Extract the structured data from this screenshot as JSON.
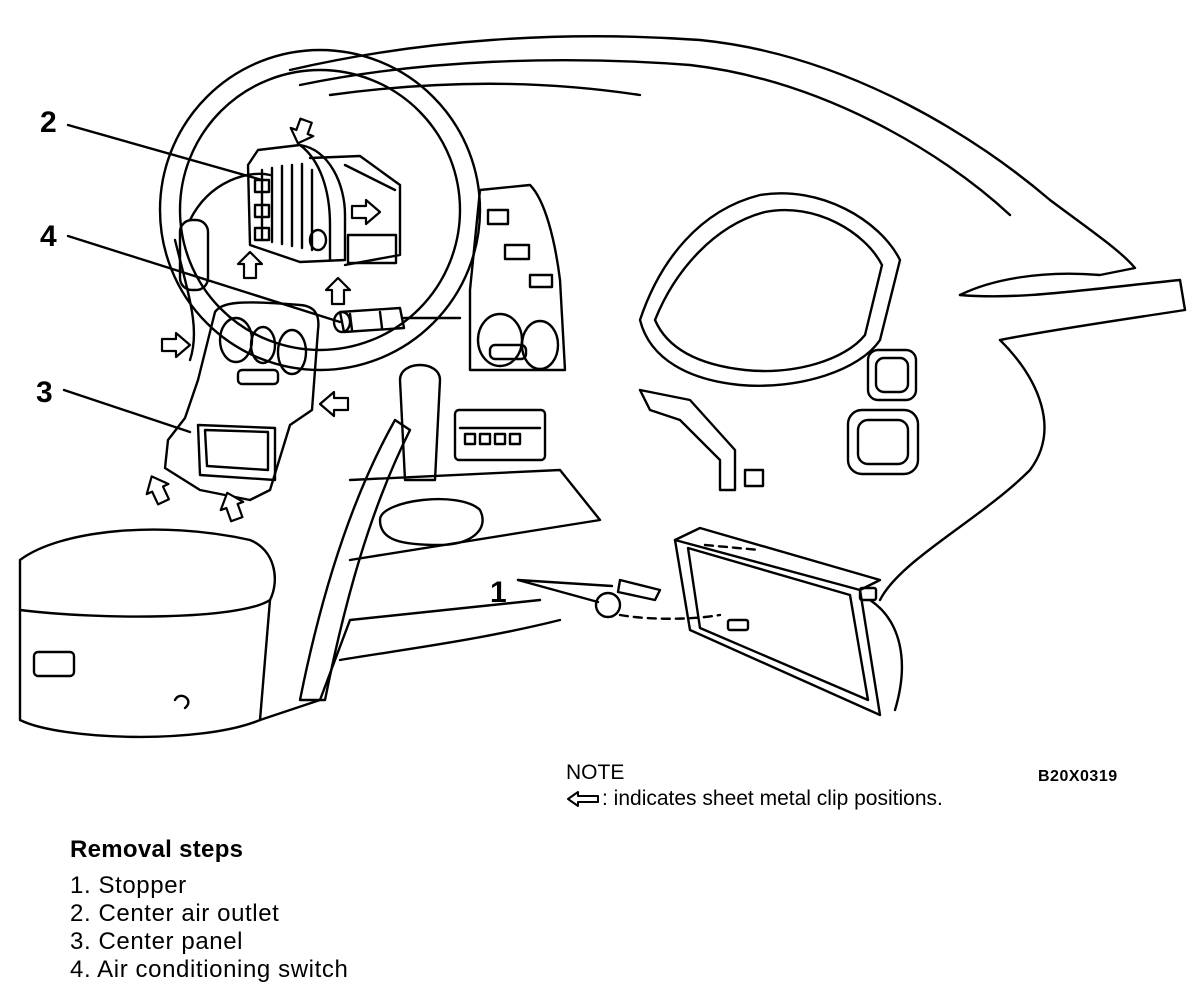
{
  "callouts": {
    "c1": "1",
    "c2": "2",
    "c3": "3",
    "c4": "4"
  },
  "note": {
    "title": "NOTE",
    "text": ": indicates sheet metal clip positions."
  },
  "figure_code": "B20X0319",
  "removal": {
    "heading": "Removal steps",
    "steps": [
      "1. Stopper",
      "2. Center air outlet",
      "3. Center panel",
      "4. Air conditioning switch"
    ]
  }
}
